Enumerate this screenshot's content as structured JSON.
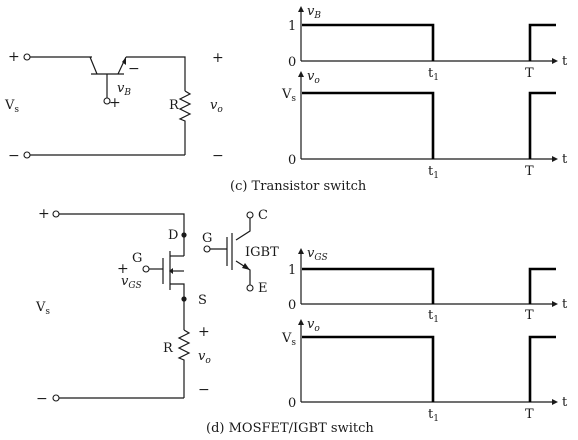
{
  "colors": {
    "ink": "#1a1a1a",
    "waveform": "#000000",
    "background": "#ffffff"
  },
  "transistor": {
    "caption": "(c) Transistor switch",
    "plus": "+",
    "minus": "−",
    "vs": "V",
    "vs_sub": "s",
    "vb": "v",
    "vb_sub": "B",
    "r": "R",
    "vo": "v",
    "vo_sub": "o",
    "vb_plus": "+",
    "vb_minus": "−"
  },
  "mosfet": {
    "caption": "(d) MOSFET/IGBT switch",
    "plus": "+",
    "minus": "−",
    "vs": "V",
    "vs_sub": "s",
    "d": "D",
    "g": "G",
    "s": "S",
    "gs_plus": "+",
    "vgs": "v",
    "vgs_sub": "GS",
    "r": "R",
    "vo": "v",
    "vo_sub": "o",
    "igbt_g": "G",
    "igbt_c": "C",
    "igbt_e": "E",
    "igbt_label": "IGBT"
  },
  "plots": {
    "vb": {
      "ylabel": "v",
      "ylabel_sub": "B",
      "ytick_hi": "1",
      "ytick_lo": "0",
      "xtick_t1": "t",
      "xtick_t1_sub": "1",
      "xtick_T": "T",
      "xlabel": "t"
    },
    "vo1": {
      "ylabel": "v",
      "ylabel_sub": "o",
      "ytick_hi": "V",
      "ytick_hi_sub": "s",
      "ytick_lo": "0",
      "xtick_t1": "t",
      "xtick_t1_sub": "1",
      "xtick_T": "T",
      "xlabel": "t"
    },
    "vgs": {
      "ylabel": "v",
      "ylabel_sub": "GS",
      "ytick_hi": "1",
      "ytick_lo": "0",
      "xtick_t1": "t",
      "xtick_t1_sub": "1",
      "xtick_T": "T",
      "xlabel": "t"
    },
    "vo2": {
      "ylabel": "v",
      "ylabel_sub": "o",
      "ytick_hi": "V",
      "ytick_hi_sub": "s",
      "ytick_lo": "0",
      "xtick_t1": "t",
      "xtick_t1_sub": "1",
      "xtick_T": "T",
      "xlabel": "t"
    }
  }
}
